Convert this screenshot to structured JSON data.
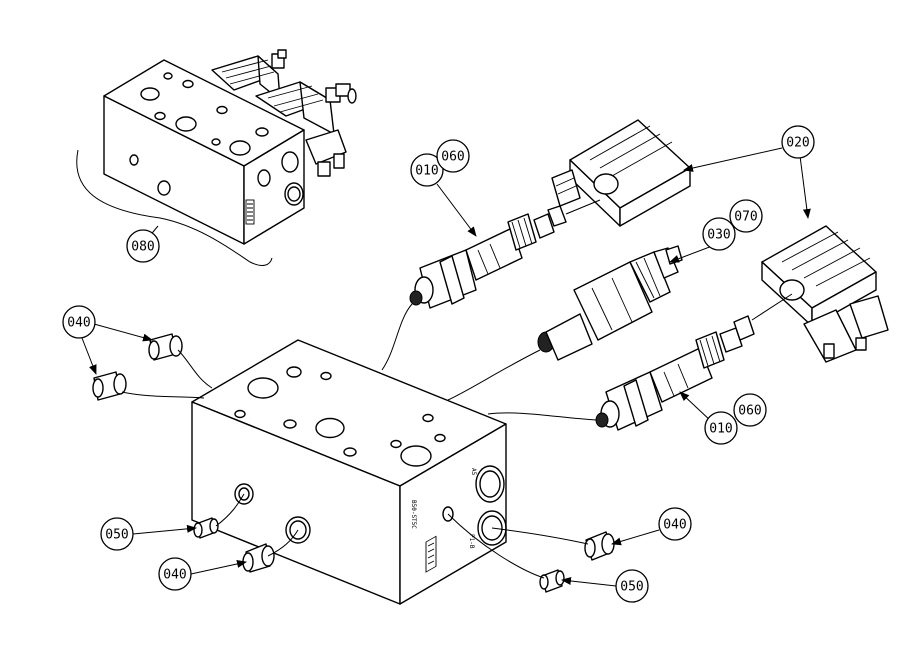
{
  "callouts": {
    "c010a": "010",
    "c060a": "060",
    "c020": "020",
    "c030": "030",
    "c070": "070",
    "c010b": "010",
    "c060b": "060",
    "c080": "080",
    "c040a": "040",
    "c040b": "040",
    "c040c": "040",
    "c050a": "050",
    "c050b": "050"
  },
  "markings": {
    "port_a": "A5",
    "port_p": "P1-B",
    "block_code": "B50-ST5C"
  }
}
